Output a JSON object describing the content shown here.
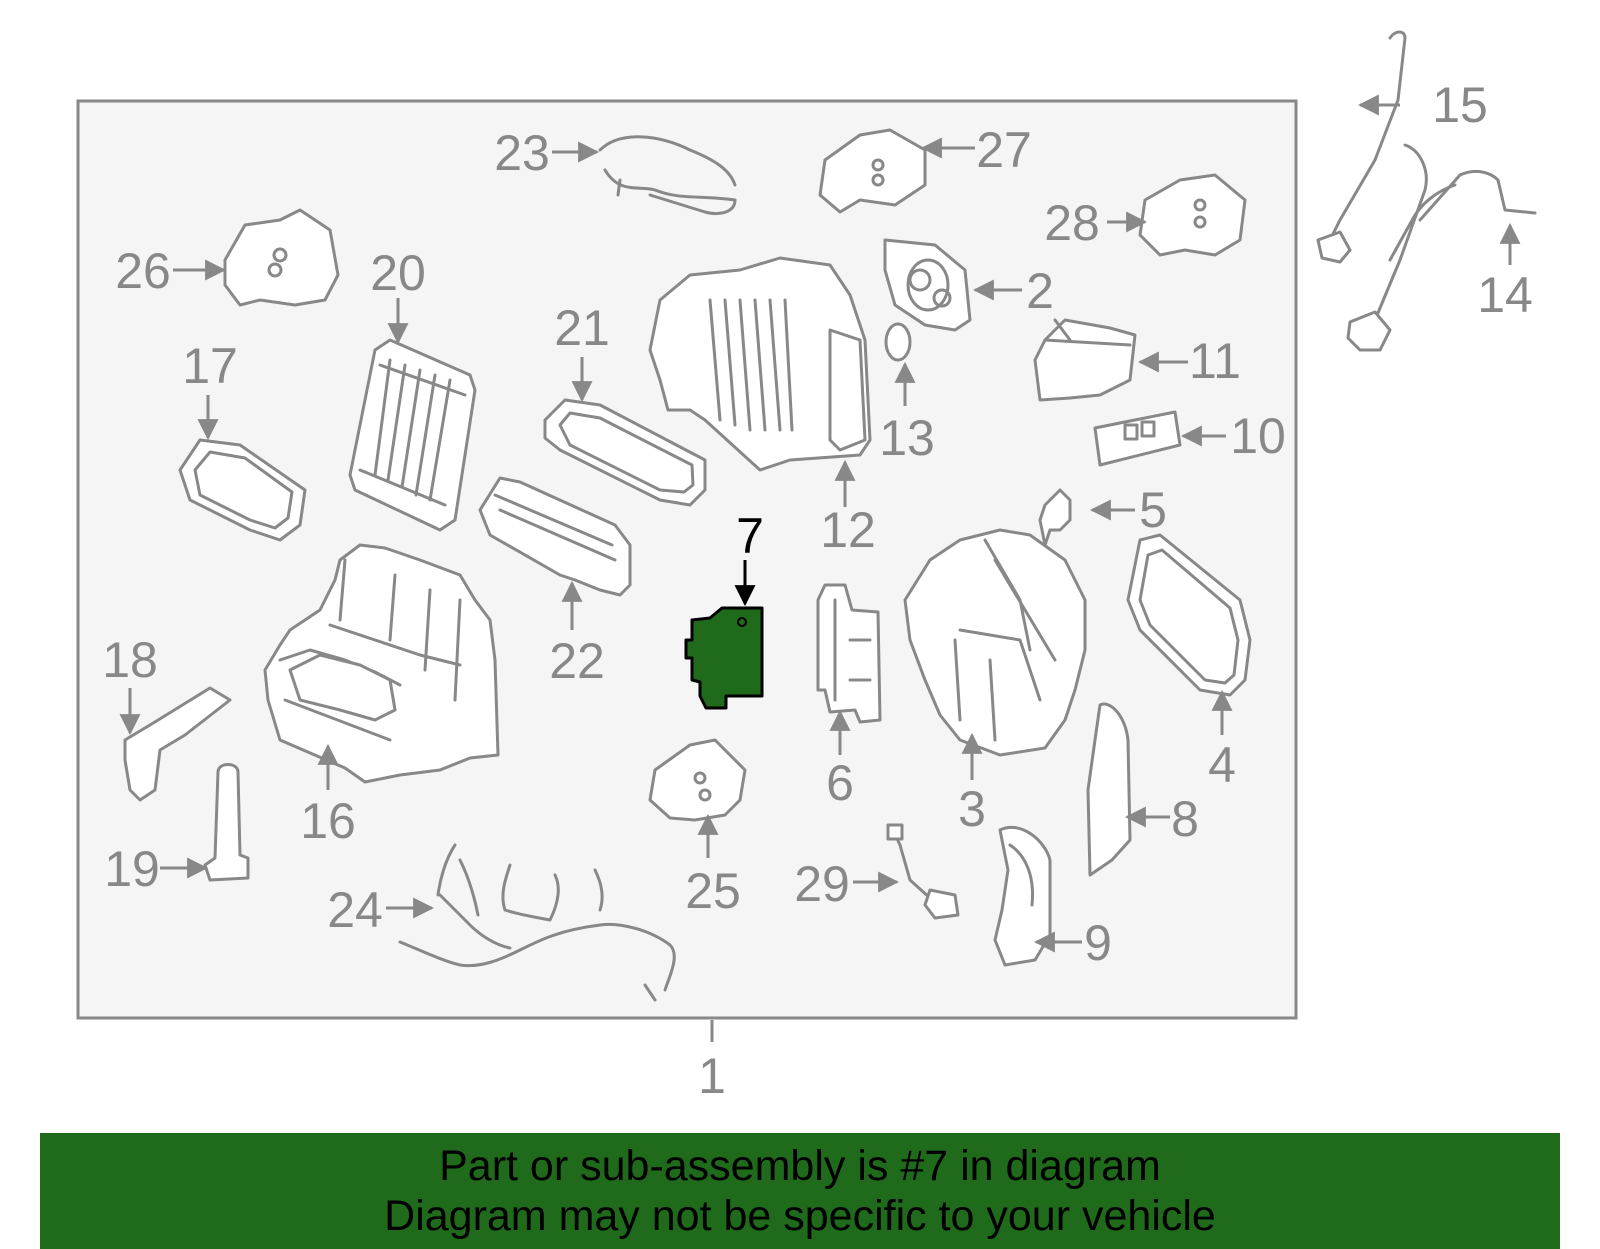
{
  "diagram": {
    "highlighted_part": "7",
    "labels": [
      "1",
      "2",
      "3",
      "4",
      "5",
      "6",
      "7",
      "8",
      "9",
      "10",
      "11",
      "12",
      "13",
      "14",
      "15",
      "16",
      "17",
      "18",
      "19",
      "20",
      "21",
      "22",
      "23",
      "24",
      "25",
      "26",
      "27",
      "28",
      "29"
    ],
    "colors": {
      "highlight": "#1f6b1b",
      "banner": "#1f6b1b",
      "panel": "#f5f5f5",
      "line": "#888888"
    }
  },
  "banner": {
    "line1": "Part or sub-assembly is #7 in diagram",
    "line2": "Diagram may not be specific to your vehicle"
  }
}
